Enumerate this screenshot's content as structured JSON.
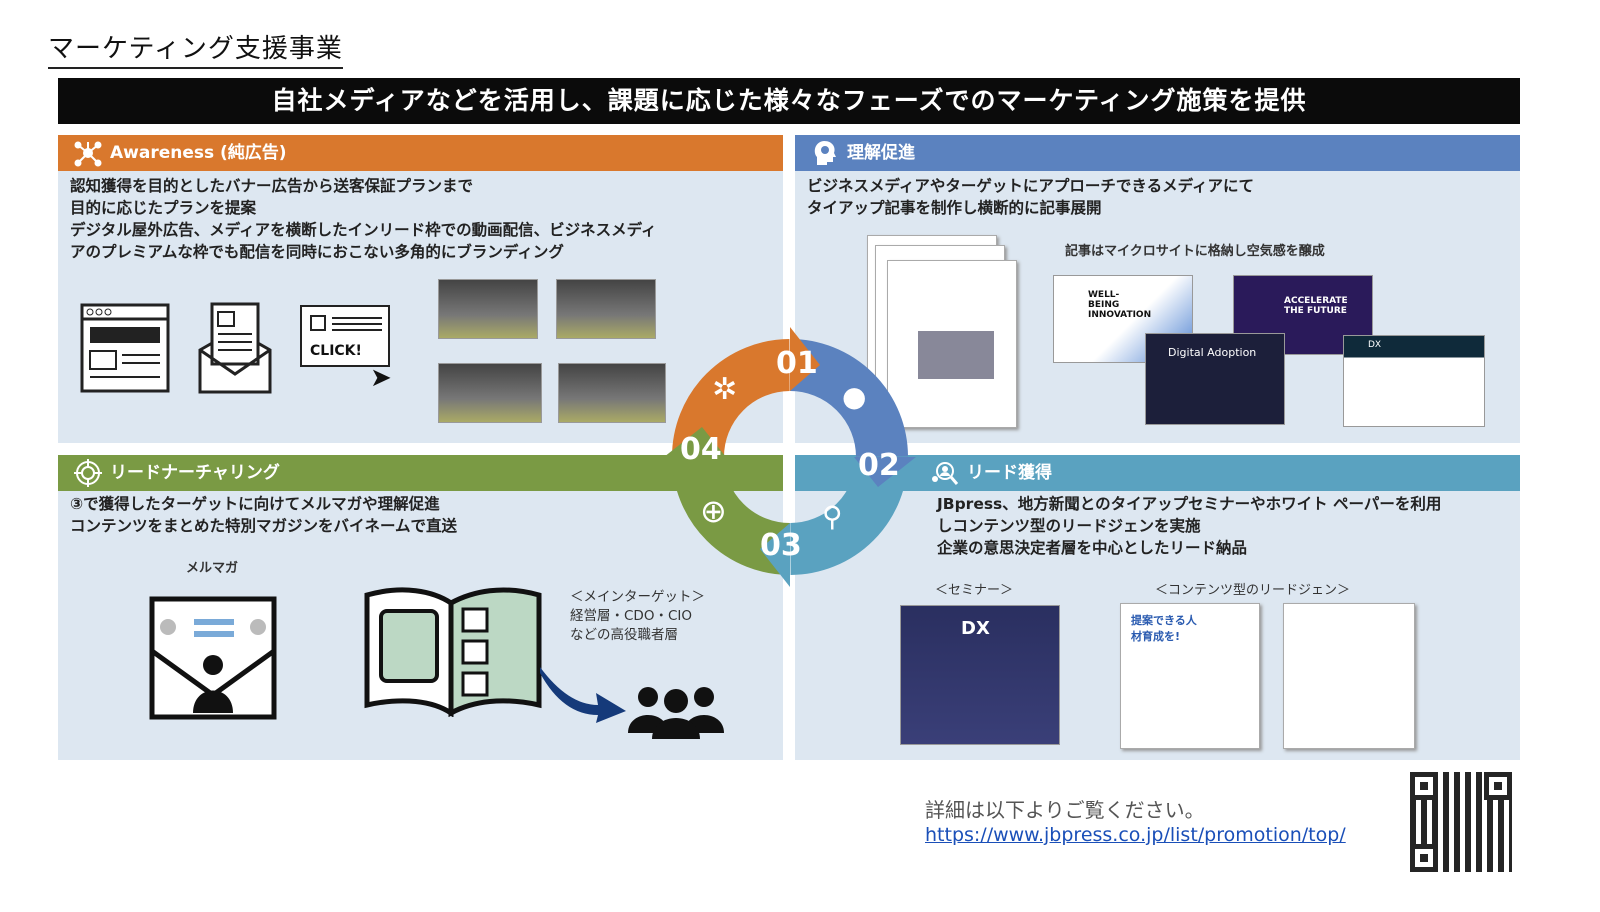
{
  "title": "マーケティング支援事業",
  "banner": "自社メディアなどを活用し、課題に応じた様々なフェーズでのマーケティング施策を提供",
  "colors": {
    "awareness": "#d9782d",
    "understanding": "#5b82bf",
    "lead": "#5aa2c0",
    "nurturing": "#7a9a44",
    "panel": "#dde7f1"
  },
  "awareness": {
    "heading": "Awareness (純広告)",
    "lines": [
      "認知獲得を目的としたバナー広告から送客保証プランまで",
      "目的に応じたプランを提案",
      "デジタル屋外広告、メディアを横断したインリード枠での動画配信、ビジネスメディ",
      "アのプレミアムな枠でも配信を同時におこない多角的にブランディング"
    ],
    "click_label": "CLICK!"
  },
  "understanding": {
    "heading": "理解促進",
    "lines": [
      "ビジネスメディアやターゲットにアプローチできるメディアにて",
      "タイアップ記事を制作し横断的に記事展開"
    ],
    "caption": "記事はマイクロサイトに格納し空気感を醸成",
    "thumbs": [
      "WELL-BEING INNOVATION",
      "ACCELERATE THE FUTURE",
      "Digital Adoption",
      "DX"
    ]
  },
  "lead": {
    "heading": "リード獲得",
    "lines": [
      "JBpress、地方新聞とのタイアップセミナーやホワイト ペーパーを利用",
      "しコンテンツ型のリードジェンを実施",
      "企業の意思決定者層を中心としたリード納品"
    ],
    "seminar_label": "＜セミナー＞",
    "content_label": "＜コンテンツ型のリードジェン＞",
    "seminar_thumb": "DX",
    "article_thumb": "提案できる人材育成を!"
  },
  "nurturing": {
    "heading": "リードナーチャリング",
    "lines": [
      "③で獲得したターゲットに向けてメルマガや理解促進",
      "コンテンツをまとめた特別マガジンをバイネームで直送"
    ],
    "mailmag_label": "メルマガ",
    "target_title": "＜メインターゲット＞",
    "target_lines": [
      "経営層・CDO・CIO",
      "などの高役職者層"
    ]
  },
  "cycle": [
    "01",
    "02",
    "03",
    "04"
  ],
  "footer": {
    "text": "詳細は以下よりご覧ください。",
    "link": "https://www.jbpress.co.jp/list/promotion/top/"
  }
}
